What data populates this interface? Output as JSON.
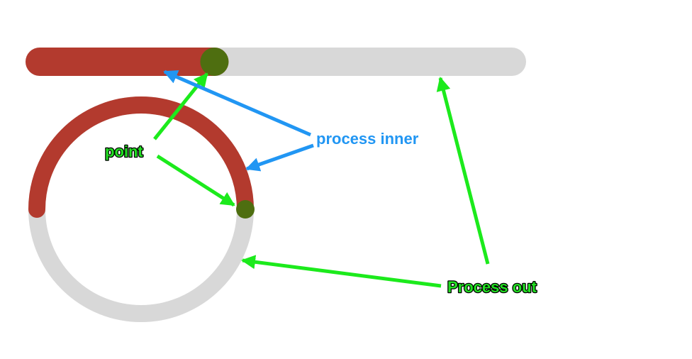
{
  "colors": {
    "track": "#d8d8d8",
    "progress": "#b33a2e",
    "point": "#4e6e10",
    "arrow_green": "#1cea1c",
    "arrow_blue": "#2196f3",
    "label_green": "#22e022",
    "label_blue": "#2196f3"
  },
  "progress": {
    "linear_fraction": 0.37,
    "circle_fraction": 0.5
  },
  "labels": {
    "point": "point",
    "process_inner": "process inner",
    "process_out": "Process out"
  }
}
